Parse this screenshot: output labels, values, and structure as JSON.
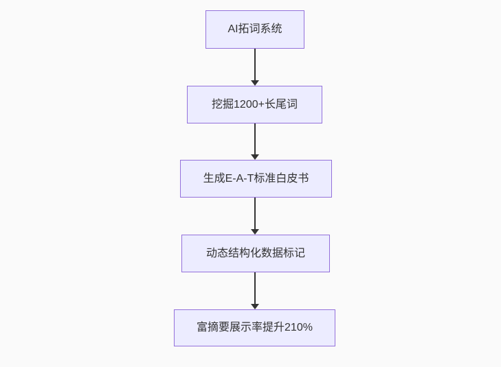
{
  "page": {
    "background_color": "#fafafa"
  },
  "flowchart": {
    "type": "flowchart-vertical-top-down",
    "node_fill_color": "#ECECFF",
    "node_border_color": "#9370DB",
    "text_color": "#333333",
    "arrow_color": "#333333",
    "nodes": [
      {
        "label": "AI拓词系统"
      },
      {
        "label": "挖掘1200+长尾词"
      },
      {
        "label": "生成E-A-T标准白皮书"
      },
      {
        "label": "动态结构化数据标记"
      },
      {
        "label": "富摘要展示率提升210%"
      }
    ],
    "edges": [
      {
        "from": "AI拓词系统",
        "to": "挖掘1200+长尾词"
      },
      {
        "from": "挖掘1200+长尾词",
        "to": "生成E-A-T标准白皮书"
      },
      {
        "from": "生成E-A-T标准白皮书",
        "to": "动态结构化数据标记"
      },
      {
        "from": "动态结构化数据标记",
        "to": "富摘要展示率提升210%"
      }
    ]
  }
}
